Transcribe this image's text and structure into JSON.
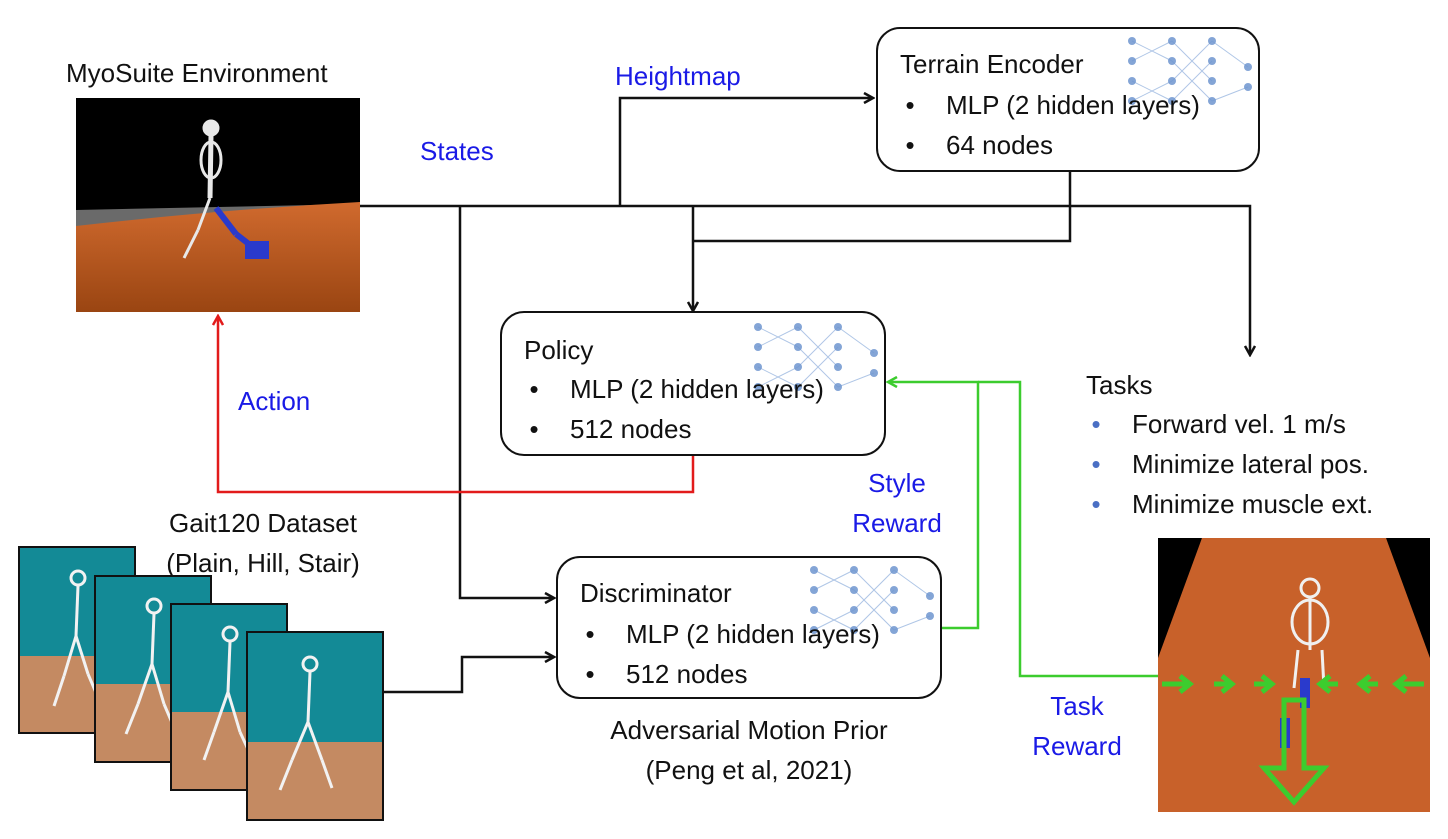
{
  "env": {
    "title": "MyoSuite Environment"
  },
  "labels": {
    "heightmap": "Heightmap",
    "states": "States",
    "action": "Action",
    "style_reward": [
      "Style",
      "Reward"
    ],
    "task_reward": [
      "Task",
      "Reward"
    ]
  },
  "terrain_encoder": {
    "title": "Terrain Encoder",
    "bullets": [
      "MLP (2 hidden layers)",
      "64 nodes"
    ]
  },
  "policy": {
    "title": "Policy",
    "bullets": [
      "MLP (2 hidden layers)",
      "512 nodes"
    ]
  },
  "discriminator": {
    "title": "Discriminator",
    "bullets": [
      "MLP (2 hidden layers)",
      "512 nodes"
    ]
  },
  "amp_caption": [
    "Adversarial Motion Prior",
    "(Peng et al, 2021)"
  ],
  "dataset": {
    "title": "Gait120 Dataset",
    "subtitle": "(Plain, Hill, Stair)"
  },
  "tasks": {
    "title": "Tasks",
    "items": [
      "Forward vel. 1 m/s",
      "Minimize lateral pos.",
      "Minimize muscle ext."
    ]
  },
  "colors": {
    "label_blue": "#1a1ae6",
    "action_red": "#e21b1b",
    "reward_green": "#3ccc2e",
    "ground": "#c8612a",
    "dataset_sky": "#138a96"
  },
  "bullet_glyph": "•"
}
